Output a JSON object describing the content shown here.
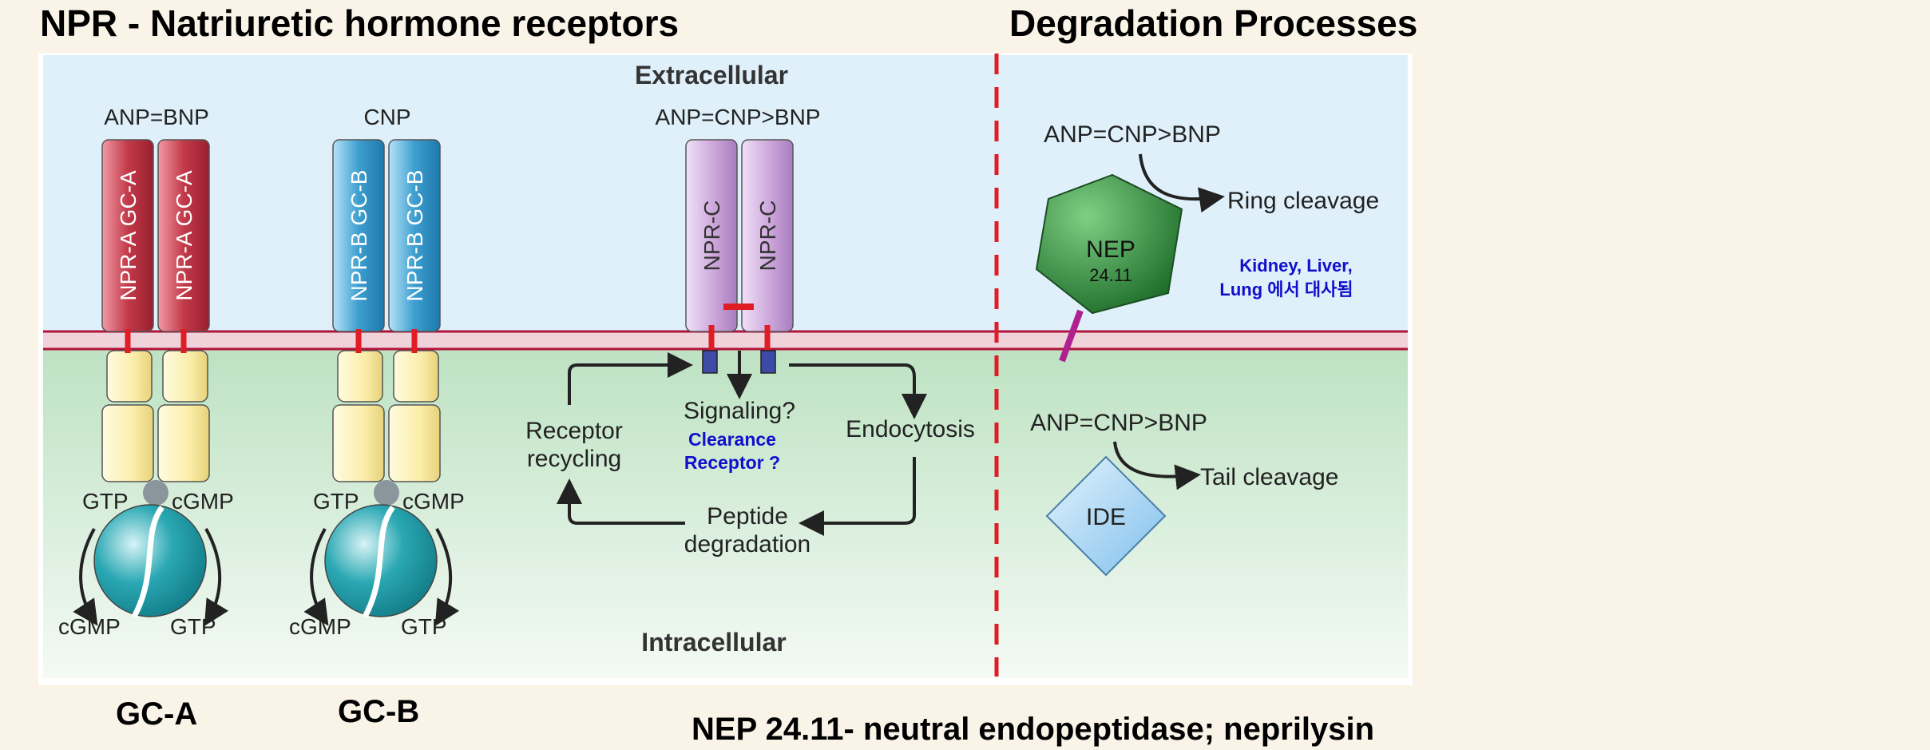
{
  "titles": {
    "left": "NPR - Natriuretic hormone receptors",
    "right": "Degradation Processes"
  },
  "regions": {
    "extracellular": "Extracellular",
    "intracellular": "Intracellular"
  },
  "receptors": {
    "gca": {
      "ligand": "ANP=BNP",
      "subunit": "NPR-A GC-A",
      "gtp_in": "GTP",
      "cgmp_out": "cGMP",
      "cgmp_bottom": "cGMP",
      "gtp_bottom": "GTP"
    },
    "gcb": {
      "ligand": "CNP",
      "subunit": "NPR-B GC-B",
      "gtp_in": "GTP",
      "cgmp_out": "cGMP",
      "cgmp_bottom": "cGMP",
      "gtp_bottom": "GTP"
    },
    "nprc": {
      "ligand": "ANP=CNP>BNP",
      "subunit": "NPR-C"
    }
  },
  "cycle": {
    "signaling": "Signaling?",
    "clearance_line1": "Clearance",
    "clearance_line2": "Receptor ?",
    "receptor_recycling_line1": "Receptor",
    "receptor_recycling_line2": "recycling",
    "endocytosis": "Endocytosis",
    "peptide_degradation_line1": "Peptide",
    "peptide_degradation_line2": "degradation"
  },
  "degradation": {
    "nep": {
      "ligand": "ANP=CNP>BNP",
      "enzyme": "NEP",
      "enzyme_sub": "24.11",
      "process": "Ring cleavage",
      "note_line1": "Kidney, Liver,",
      "note_line2": "Lung 에서 대사됨"
    },
    "ide": {
      "ligand": "ANP=CNP>BNP",
      "enzyme": "IDE",
      "process": "Tail cleavage"
    }
  },
  "bottom_labels": {
    "gca": "GC-A",
    "gcb": "GC-B",
    "nep_definition": "NEP 24.11- neutral endopeptidase; neprilysin"
  },
  "colors": {
    "background": "#f9f4e7",
    "extracellular": "#dff0fb",
    "intracellular_top": "#bde2c2",
    "membrane": "#b0133b",
    "gca_receptor": "#c23a4a",
    "gcb_receptor": "#3d9fd0",
    "nprc_receptor": "#c9a2d8",
    "kinase_domain": "#fbeeaa",
    "catalytic_domain": "#2aa8b3",
    "nep": "#2e8b3a",
    "ide": "#a8d4f4",
    "dashed_line": "#e01c24",
    "note_text": "#1010cc"
  }
}
